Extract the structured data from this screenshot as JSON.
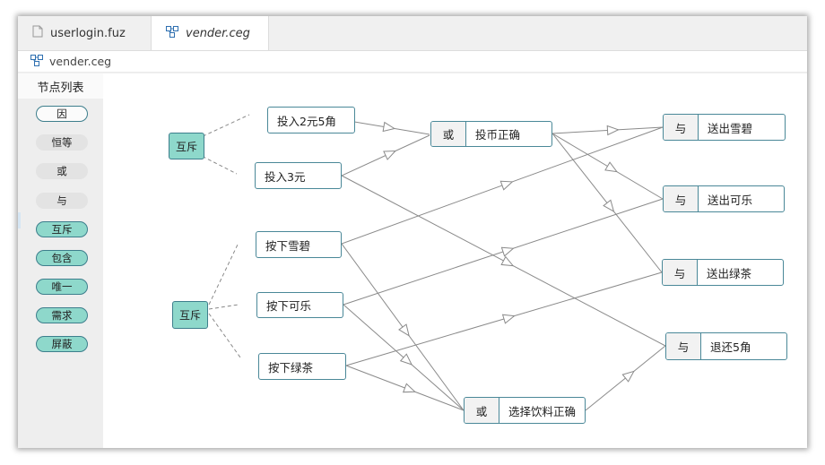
{
  "tabs": [
    {
      "label": "userlogin.fuz",
      "icon": "file-icon",
      "active": false
    },
    {
      "label": "vender.ceg",
      "icon": "graph-icon",
      "active": true
    }
  ],
  "path": {
    "label": "vender.ceg"
  },
  "sidebar": {
    "title": "节点列表",
    "items": [
      {
        "label": "因",
        "style": "white"
      },
      {
        "label": "恒等",
        "style": "grey"
      },
      {
        "label": "或",
        "style": "grey"
      },
      {
        "label": "与",
        "style": "grey"
      },
      {
        "label": "互斥",
        "style": "teal"
      },
      {
        "label": "包含",
        "style": "teal"
      },
      {
        "label": "唯一",
        "style": "teal"
      },
      {
        "label": "需求",
        "style": "teal"
      },
      {
        "label": "屏蔽",
        "style": "teal"
      }
    ]
  },
  "graph": {
    "causes": [
      "投入2元5角",
      "投入3元",
      "按下雪碧",
      "按下可乐",
      "按下绿茶"
    ],
    "constraints": [
      "互斥",
      "互斥"
    ],
    "middle": [
      {
        "op": "或",
        "label": "投币正确"
      },
      {
        "op": "或",
        "label": "选择饮料正确"
      }
    ],
    "effects": [
      {
        "op": "与",
        "label": "送出雪碧"
      },
      {
        "op": "与",
        "label": "送出可乐"
      },
      {
        "op": "与",
        "label": "送出绿茶"
      },
      {
        "op": "与",
        "label": "退还5角"
      }
    ]
  },
  "colors": {
    "accent": "#8ed8cb",
    "border": "#4a8898",
    "edge": "#8a8a8a"
  }
}
